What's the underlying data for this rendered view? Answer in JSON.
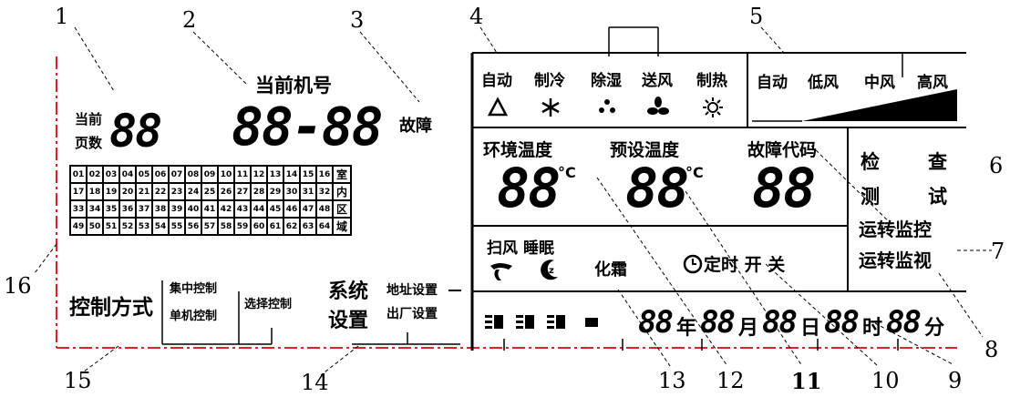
{
  "callouts": [
    "1",
    "2",
    "3",
    "4",
    "5",
    "6",
    "7",
    "8",
    "9",
    "10",
    "11",
    "12",
    "13",
    "14",
    "15",
    "16"
  ],
  "left": {
    "page_label_1": "当前",
    "page_label_2": "页数",
    "page_value": "88",
    "current_unit_label": "当前机号",
    "unit_number": "88-88",
    "fault_label": "故障",
    "control_mode": "控制方式",
    "central_control": "集中控制",
    "single_control": "单机控制",
    "select_control": "选择控制",
    "system_settings_1": "系统",
    "system_settings_2": "设置",
    "address_setting": "地址设置",
    "factory_setting": "出厂设置"
  },
  "grid": {
    "rows": [
      [
        "01",
        "02",
        "03",
        "04",
        "05",
        "06",
        "07",
        "08",
        "09",
        "10",
        "11",
        "12",
        "13",
        "14",
        "15",
        "16"
      ],
      [
        "17",
        "18",
        "19",
        "20",
        "21",
        "22",
        "23",
        "24",
        "25",
        "26",
        "27",
        "28",
        "29",
        "30",
        "31",
        "32"
      ],
      [
        "33",
        "34",
        "35",
        "36",
        "37",
        "38",
        "39",
        "40",
        "41",
        "42",
        "43",
        "44",
        "45",
        "46",
        "47",
        "48"
      ],
      [
        "49",
        "50",
        "51",
        "52",
        "53",
        "54",
        "55",
        "56",
        "57",
        "58",
        "59",
        "60",
        "61",
        "62",
        "63",
        "64"
      ]
    ],
    "side": [
      "室",
      "内",
      "区",
      "域"
    ]
  },
  "modes": {
    "labels": [
      "自动",
      "制冷",
      "除湿",
      "送风",
      "制热"
    ],
    "icons": [
      "triangle-icon",
      "snowflake-icon",
      "dehumidify-icon",
      "fan-icon",
      "sun-icon"
    ]
  },
  "fan": {
    "labels": [
      "自动",
      "低风",
      "中风",
      "高风"
    ]
  },
  "temps": {
    "ambient_label": "环境温度",
    "ambient_value": "88",
    "preset_label": "预设温度",
    "preset_value": "88",
    "fault_code_label": "故障代码",
    "fault_code_value": "88",
    "unit": "°C"
  },
  "right_menu": {
    "check_1": "检",
    "check_2": "查",
    "test_1": "测",
    "test_2": "试",
    "run_monitor_ctrl": "运转监控",
    "run_monitor_view": "运转监视"
  },
  "functions": {
    "swing": "扫风",
    "sleep": "睡眠",
    "defrost": "化霜",
    "timer": "定时 开 关"
  },
  "datetime": {
    "year_value": "88",
    "year": "年",
    "month_value": "88",
    "month": "月",
    "day_value": "88",
    "day": "日",
    "hour_value": "88",
    "hour": "时",
    "minute_value": "88",
    "minute": "分"
  },
  "colors": {
    "accent": "#e0202a",
    "stroke": "#000000"
  }
}
